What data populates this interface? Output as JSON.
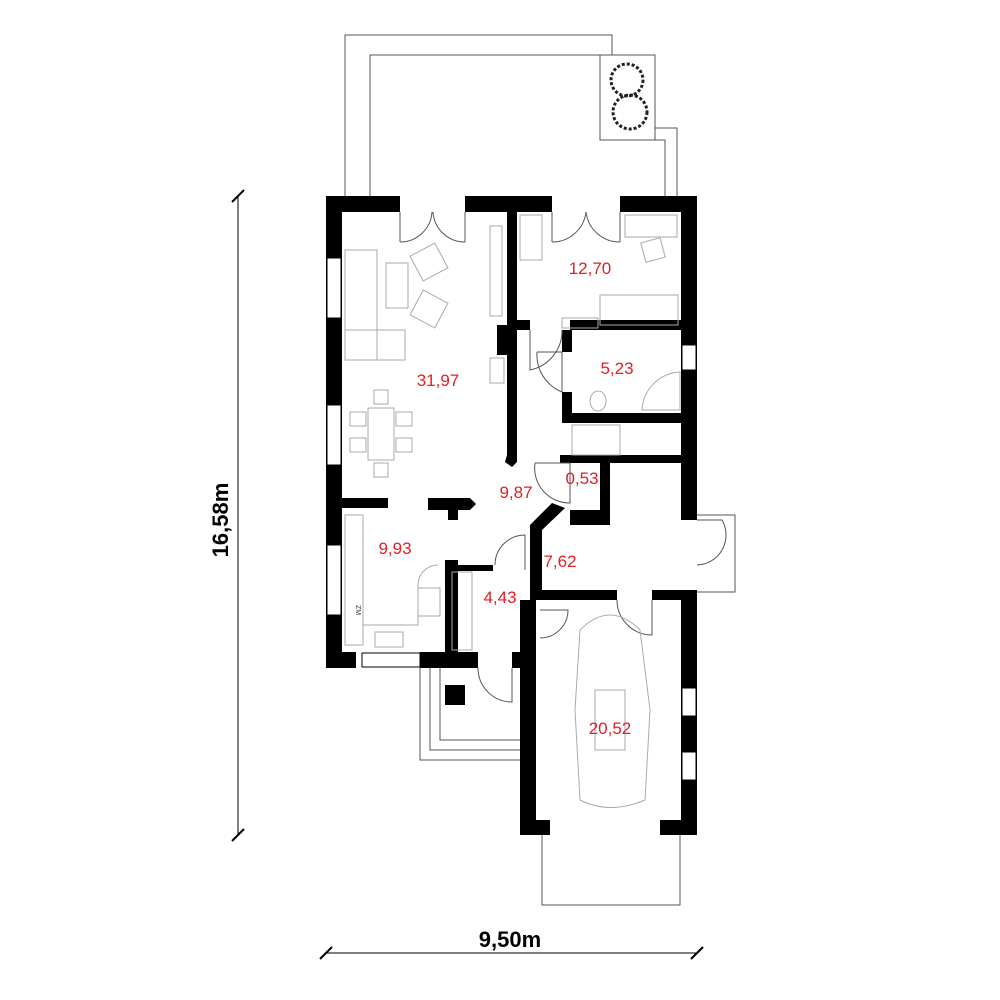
{
  "plan": {
    "rooms": [
      {
        "id": "living",
        "area": "31,97"
      },
      {
        "id": "room",
        "area": "12,70"
      },
      {
        "id": "bathroom",
        "area": "5,23"
      },
      {
        "id": "hall",
        "area": "9,87"
      },
      {
        "id": "closet",
        "area": "0,53"
      },
      {
        "id": "kitchen",
        "area": "9,93"
      },
      {
        "id": "vestibule",
        "area": "7,62"
      },
      {
        "id": "pantry",
        "area": "4,43"
      },
      {
        "id": "garage",
        "area": "20,52"
      }
    ],
    "dimensions": {
      "depth": "16,58m",
      "width": "9,50m"
    },
    "kitchen_label": "ZM",
    "colors": {
      "area_text": "#e31e24",
      "walls": "#000000"
    }
  }
}
